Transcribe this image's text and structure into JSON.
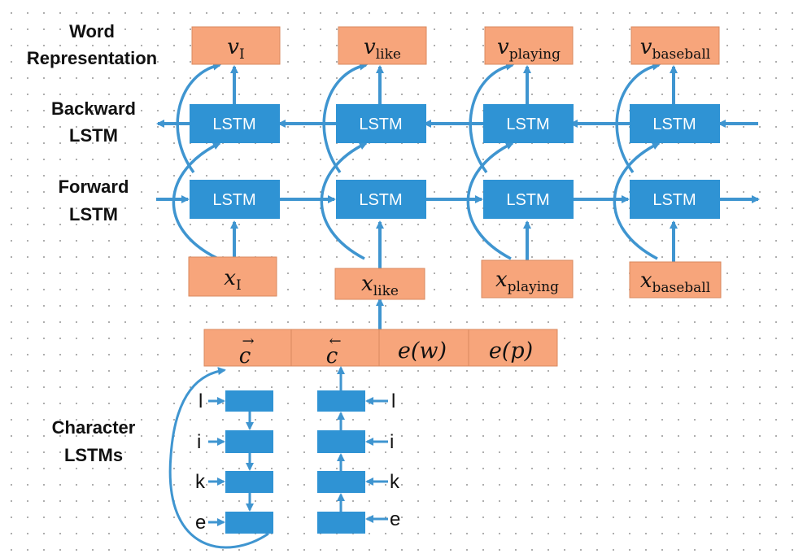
{
  "labels": {
    "word_rep": [
      "Word",
      "Representation"
    ],
    "backward": [
      "Backward",
      "LSTM"
    ],
    "forward": [
      "Forward",
      "LSTM"
    ],
    "character": [
      "Character",
      "LSTMs"
    ]
  },
  "lstm_label": "LSTM",
  "words": [
    {
      "v_sym": "v",
      "v_sub": "I",
      "x_sym": "x",
      "x_sub": "I"
    },
    {
      "v_sym": "v",
      "v_sub": "like",
      "x_sym": "x",
      "x_sub": "like"
    },
    {
      "v_sym": "v",
      "v_sub": "playing",
      "x_sym": "x",
      "x_sub": "playing"
    },
    {
      "v_sym": "v",
      "v_sub": "baseball",
      "x_sym": "x",
      "x_sub": "baseball"
    }
  ],
  "concat": [
    {
      "arrow": "→",
      "text": "c"
    },
    {
      "arrow": "←",
      "text": "c"
    },
    {
      "arrow": "",
      "text": "e(w)"
    },
    {
      "arrow": "",
      "text": "e(p)"
    }
  ],
  "chars": [
    "l",
    "i",
    "k",
    "e"
  ],
  "colors": {
    "lstm_fill": "#2f93d4",
    "arrow": "#3f95d0",
    "orange": "#f7a57b",
    "orange_border": "#d9895f"
  }
}
